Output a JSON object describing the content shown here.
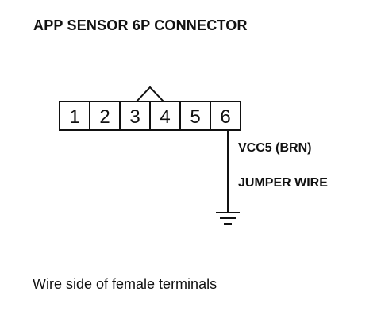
{
  "title": "APP SENSOR 6P CONNECTOR",
  "connector": {
    "pins": [
      "1",
      "2",
      "3",
      "4",
      "5",
      "6"
    ]
  },
  "wire": {
    "pin": "6",
    "color_label": "VCC5 (BRN)",
    "wire_label": "JUMPER WIRE"
  },
  "caption": "Wire side of female terminals",
  "colors": {
    "line": "#111111",
    "background": "#ffffff"
  }
}
